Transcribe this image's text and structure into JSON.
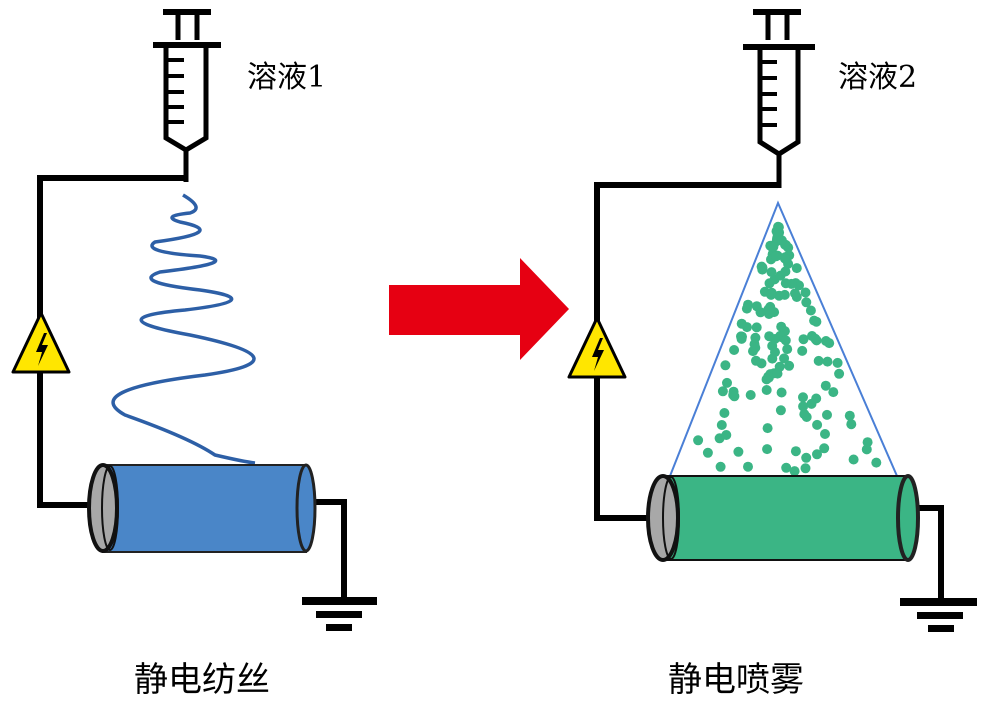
{
  "left_panel": {
    "solution_label": "溶液1",
    "caption": "静电纺丝",
    "output_type": "fiber-jet",
    "collector_color": "#4a86c8"
  },
  "right_panel": {
    "solution_label": "溶液2",
    "caption": "静电喷雾",
    "output_type": "droplet-spray-cone",
    "collector_color": "#3bb585",
    "droplet_color": "#3bb585",
    "cone_line_color": "#4a7fd6"
  },
  "arrow": {
    "color": "#e60012",
    "direction": "right"
  },
  "colors": {
    "wire": "#000000",
    "jet": "#2d5fa6",
    "warning_fill": "#ffe600",
    "endcap": "#a8a8a8"
  }
}
